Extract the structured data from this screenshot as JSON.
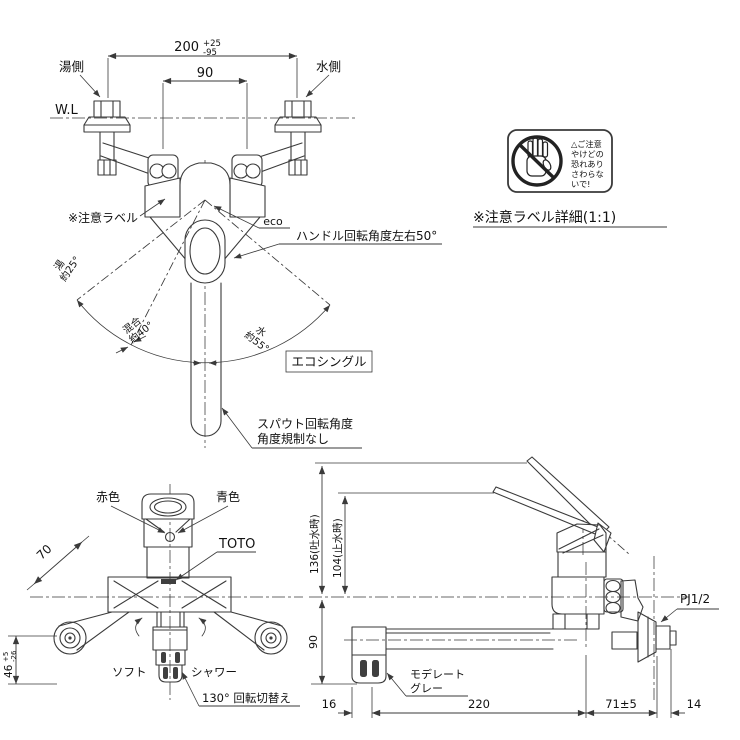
{
  "colors": {
    "line": "#3a3a3a",
    "text": "#111111",
    "background": "#ffffff"
  },
  "front_view": {
    "dim_pitch_value": "200",
    "dim_pitch_tol_upper": "+25",
    "dim_pitch_tol_lower": "-95",
    "dim_center_distance": "90",
    "hot_side": "湯側",
    "cold_side": "水側",
    "water_line": "W.L",
    "caution_label_ref": "※注意ラベル",
    "eco_mark": "eco",
    "handle_rotation_note": "ハンドル回転角度左右50°",
    "angle_hot_line1": "湯",
    "angle_hot_line2": "約25°",
    "angle_mix_line1": "混合",
    "angle_mix_line2": "約40°",
    "angle_cold_line1": "水",
    "angle_cold_line2": "約55°",
    "eco_single_badge": "エコシングル",
    "spout_note_line1": "スパウト回転角度",
    "spout_note_line2": "角度規制なし"
  },
  "warning_detail": {
    "caption": "※注意ラベル詳細(1:1)",
    "line1": "△ご注意",
    "line2": "やけどの",
    "line3": "恐れあり",
    "line4": "さわらな",
    "line5": "いで!"
  },
  "top_view": {
    "red_label": "赤色",
    "blue_label": "青色",
    "brand_label": "TOTO",
    "dim_arm": "70",
    "dim_height_value": "46",
    "dim_height_tol_upper": "+5",
    "dim_height_tol_lower": "-26",
    "soft_label": "ソフト",
    "shower_label": "シャワー",
    "rotation_switch_note": "130° 回転切替え"
  },
  "side_view": {
    "dim_height_open": "136(吐水時)",
    "dim_height_closed": "104(止水時)",
    "dim_below": "90",
    "connection": "PJ1/2",
    "dim_tip": "16",
    "dim_reach": "220",
    "dim_wall_leg": "71±5",
    "dim_adapter": "14",
    "finish_note_line1": "モデレート",
    "finish_note_line2": "グレー"
  }
}
